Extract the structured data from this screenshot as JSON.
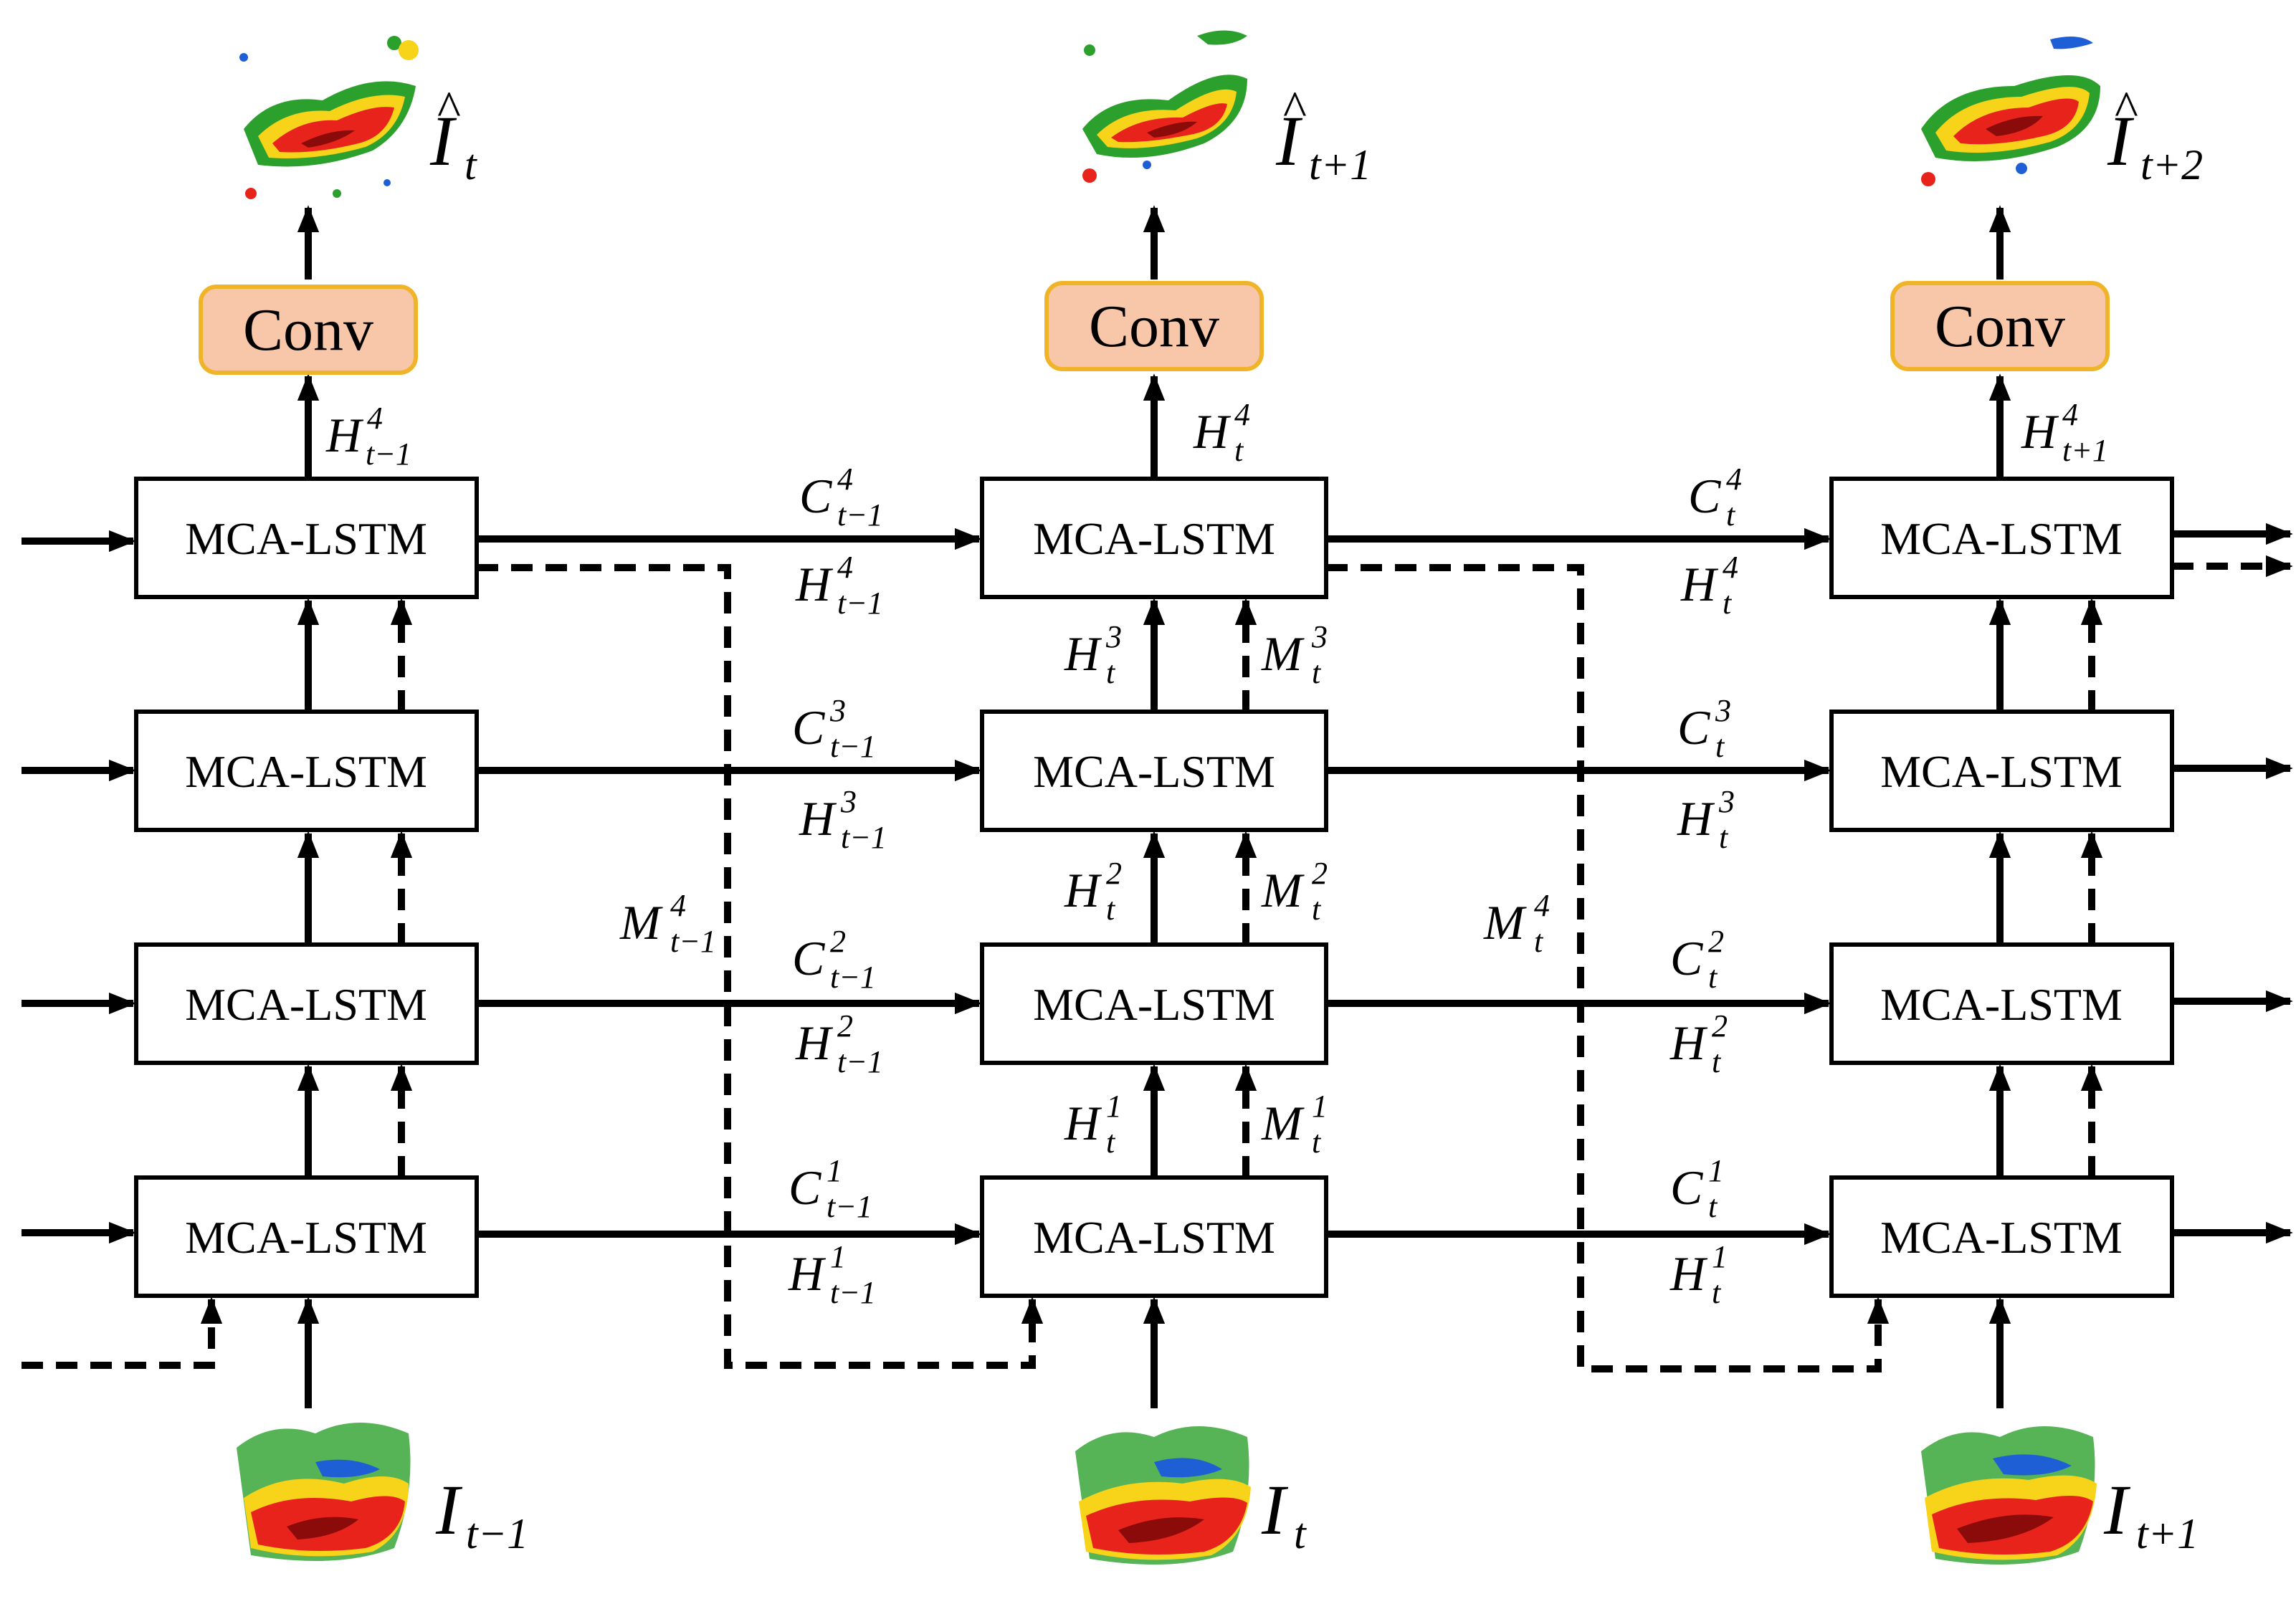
{
  "cell_label": "MCA-LSTM",
  "conv_label": "Conv",
  "sym": {
    "H": "H",
    "C": "C",
    "M": "M",
    "I": "I",
    "hat": "^"
  },
  "sub": {
    "tm1": "t−1",
    "t": "t",
    "tp1": "t+1",
    "tp2": "t+2"
  },
  "sup": {
    "l1": "1",
    "l2": "2",
    "l3": "3",
    "l4": "4"
  },
  "colors": {
    "conv_fill": "#f8c6a8",
    "conv_border": "#f0b429",
    "radar_red": "#e8231c",
    "radar_yellow": "#f7d31a",
    "radar_green": "#2ca02c",
    "radar_blue": "#1f5fd6",
    "radar_darkred": "#8b0a0a"
  }
}
